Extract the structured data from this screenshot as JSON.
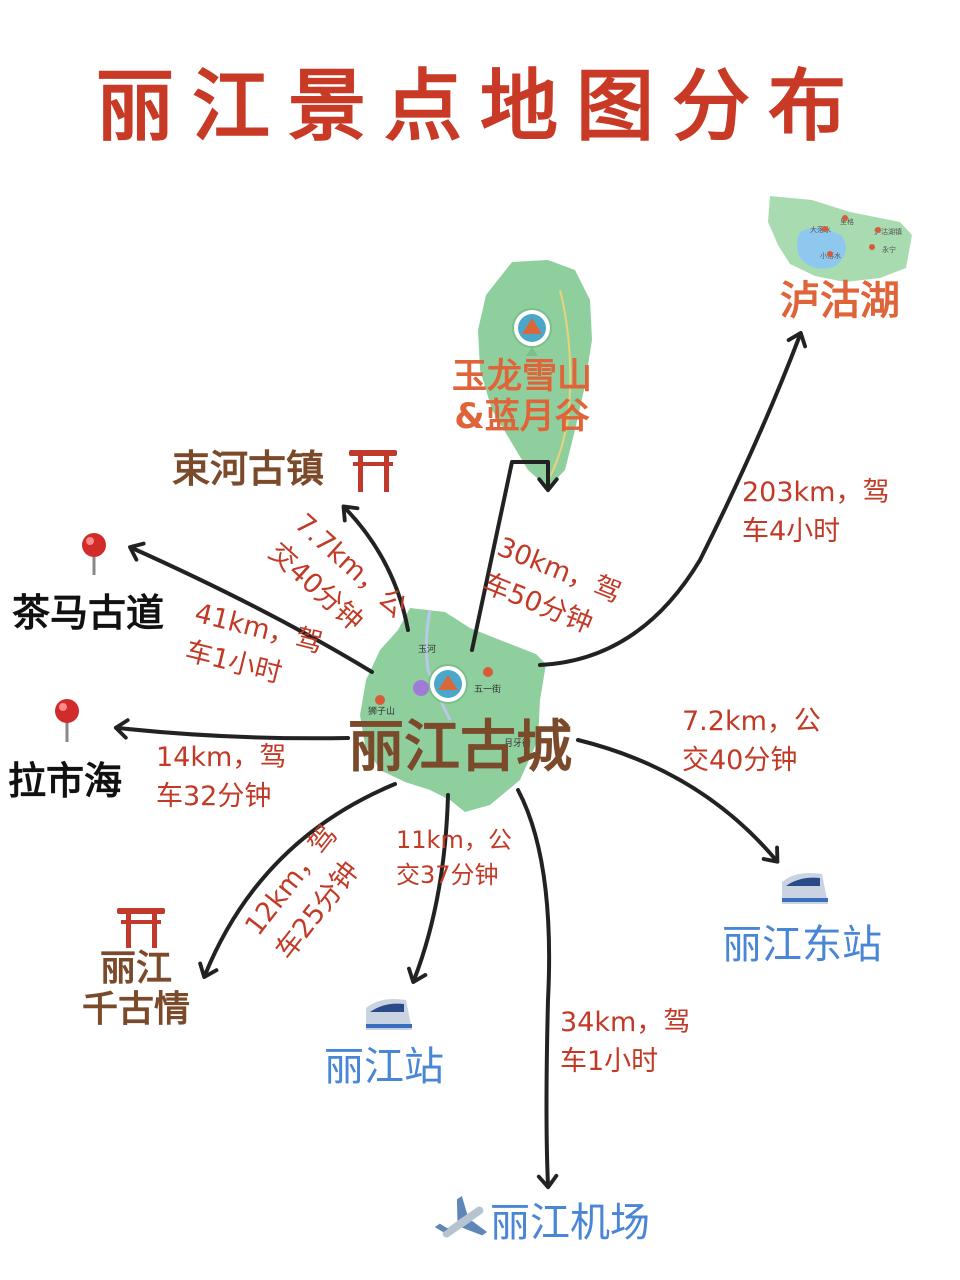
{
  "title": "丽江景点地图分布",
  "center": {
    "name": "丽江古城",
    "map_labels": [
      "玉河",
      "狮子山",
      "五一街",
      "月牙街"
    ]
  },
  "destinations": [
    {
      "id": "yulong",
      "name_lines": [
        "玉龙雪山",
        "&蓝月谷"
      ],
      "icon": "map-pin-icon",
      "distance": [
        "30km，驾",
        "车50分钟"
      ]
    },
    {
      "id": "lugu",
      "name": "泸沽湖",
      "map_labels": [
        "里格",
        "大落水",
        "泸沽湖镇",
        "永宁",
        "小落水"
      ],
      "distance": [
        "203km，驾",
        "车4小时"
      ]
    },
    {
      "id": "shuhe",
      "name": "束河古镇",
      "icon": "torii-gate-icon",
      "distance": [
        "7.7km，公",
        "交40分钟"
      ]
    },
    {
      "id": "chama",
      "name": "茶马古道",
      "icon": "pushpin-icon",
      "distance": [
        "41km，驾",
        "车1小时"
      ]
    },
    {
      "id": "lashi",
      "name": "拉市海",
      "icon": "pushpin-icon",
      "distance": [
        "14km，驾",
        "车32分钟"
      ]
    },
    {
      "id": "qianguqing",
      "name_lines": [
        "丽江",
        "千古情"
      ],
      "icon": "torii-gate-icon",
      "distance": [
        "12km，驾",
        "车25分钟"
      ]
    },
    {
      "id": "station",
      "name": "丽江站",
      "icon": "bullet-train-icon",
      "distance": [
        "11km，公",
        "交37分钟"
      ]
    },
    {
      "id": "east_station",
      "name": "丽江东站",
      "icon": "bullet-train-icon",
      "distance": [
        "7.2km，公",
        "交40分钟"
      ]
    },
    {
      "id": "airport",
      "name": "丽江机场",
      "icon": "airplane-icon",
      "distance": [
        "34km，驾",
        "车1小时"
      ]
    }
  ],
  "colors": {
    "title": "#c83a26",
    "place_name": "#7a4a2b",
    "lake_name": "#e0643a",
    "station": "#4a86d6",
    "distance": "#c23a26",
    "map_green": "#8fcf9e",
    "arrow": "#222222"
  }
}
